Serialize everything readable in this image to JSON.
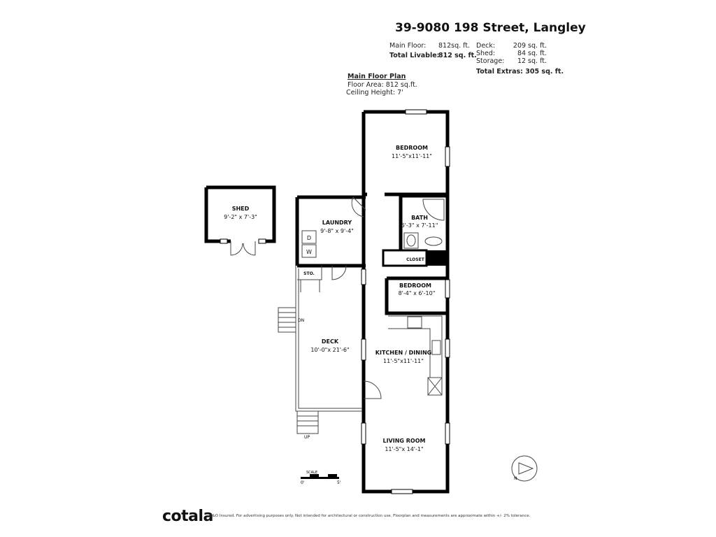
{
  "header": {
    "address": "39-9080 198 Street, Langley",
    "main_floor_label": "Main Floor:",
    "main_floor_value": "812sq. ft.",
    "total_livable_label": "Total Livable:",
    "total_livable_value": "812 sq. ft.",
    "deck_label": "Deck:",
    "deck_value": "209 sq. ft.",
    "shed_label": "Shed:",
    "shed_value": "84 sq. ft.",
    "storage_label": "Storage:",
    "storage_value": "12 sq. ft.",
    "total_extras": "Total Extras: 305 sq. ft."
  },
  "plan_info": {
    "title": "Main Floor Plan",
    "floor_area": "Floor Area: 812 sq.ft.",
    "ceiling_height": "Ceiling Height: 7'"
  },
  "rooms": {
    "bedroom1": {
      "name": "BEDROOM",
      "dims": "11'-5\"x11'-11\""
    },
    "bath": {
      "name": "BATH",
      "dims": "6'-3\" x 7'-11\""
    },
    "closet": {
      "name": "CLOSET"
    },
    "laundry": {
      "name": "LAUNDRY",
      "dims": "9'-8\" x 9'-4\""
    },
    "shed": {
      "name": "SHED",
      "dims": "9'-2\" x 7'-3\""
    },
    "storage": {
      "name": "STO."
    },
    "bedroom2": {
      "name": "BEDROOM",
      "dims": "8'-4\" x 6'-10\""
    },
    "deck": {
      "name": "DECK",
      "dims": "10'-0\"x 21'-6\""
    },
    "kitchen": {
      "name": "KITCHEN / DINING",
      "dims": "11'-5\"x11'-11\""
    },
    "living": {
      "name": "LIVING ROOM",
      "dims": "11'-5\"x 14'-1\""
    }
  },
  "labels": {
    "dn": "DN",
    "up": "UP",
    "dryer": "D",
    "washer": "W",
    "compass_n": "N"
  },
  "scale": {
    "label": "SCALE",
    "min": "0'",
    "max": "5'"
  },
  "footer": {
    "logo": "cotala",
    "disclaimer": "E&O Insured. For advertising purposes only. Not intended for architectural or construction use. Floorplan and measurements are approximate within +/- 2% tolerance."
  }
}
